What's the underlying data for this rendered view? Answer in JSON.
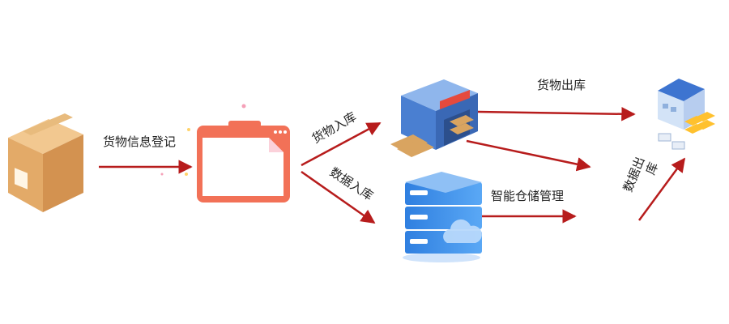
{
  "labels": {
    "register": "货物信息登记",
    "goods_in": "货物入库",
    "data_in": "数据入库",
    "smart_mgmt": "智能仓储管理",
    "goods_out": "货物出库",
    "data_out_line1": "数据出",
    "data_out_line2": "库"
  },
  "icons": {
    "cardboard_box": "cardboard-box-icon",
    "registration_window": "browser-form-icon",
    "warehouse": "warehouse-icon",
    "server": "cloud-server-icon",
    "logistics_center": "logistics-center-icon"
  },
  "colors": {
    "arrow": "#b71c1c",
    "box": "#e8b778",
    "window": "#f27157",
    "warehouse": "#4a7fd1",
    "server": "#3d8fe8",
    "crates": "#ffc12e"
  }
}
